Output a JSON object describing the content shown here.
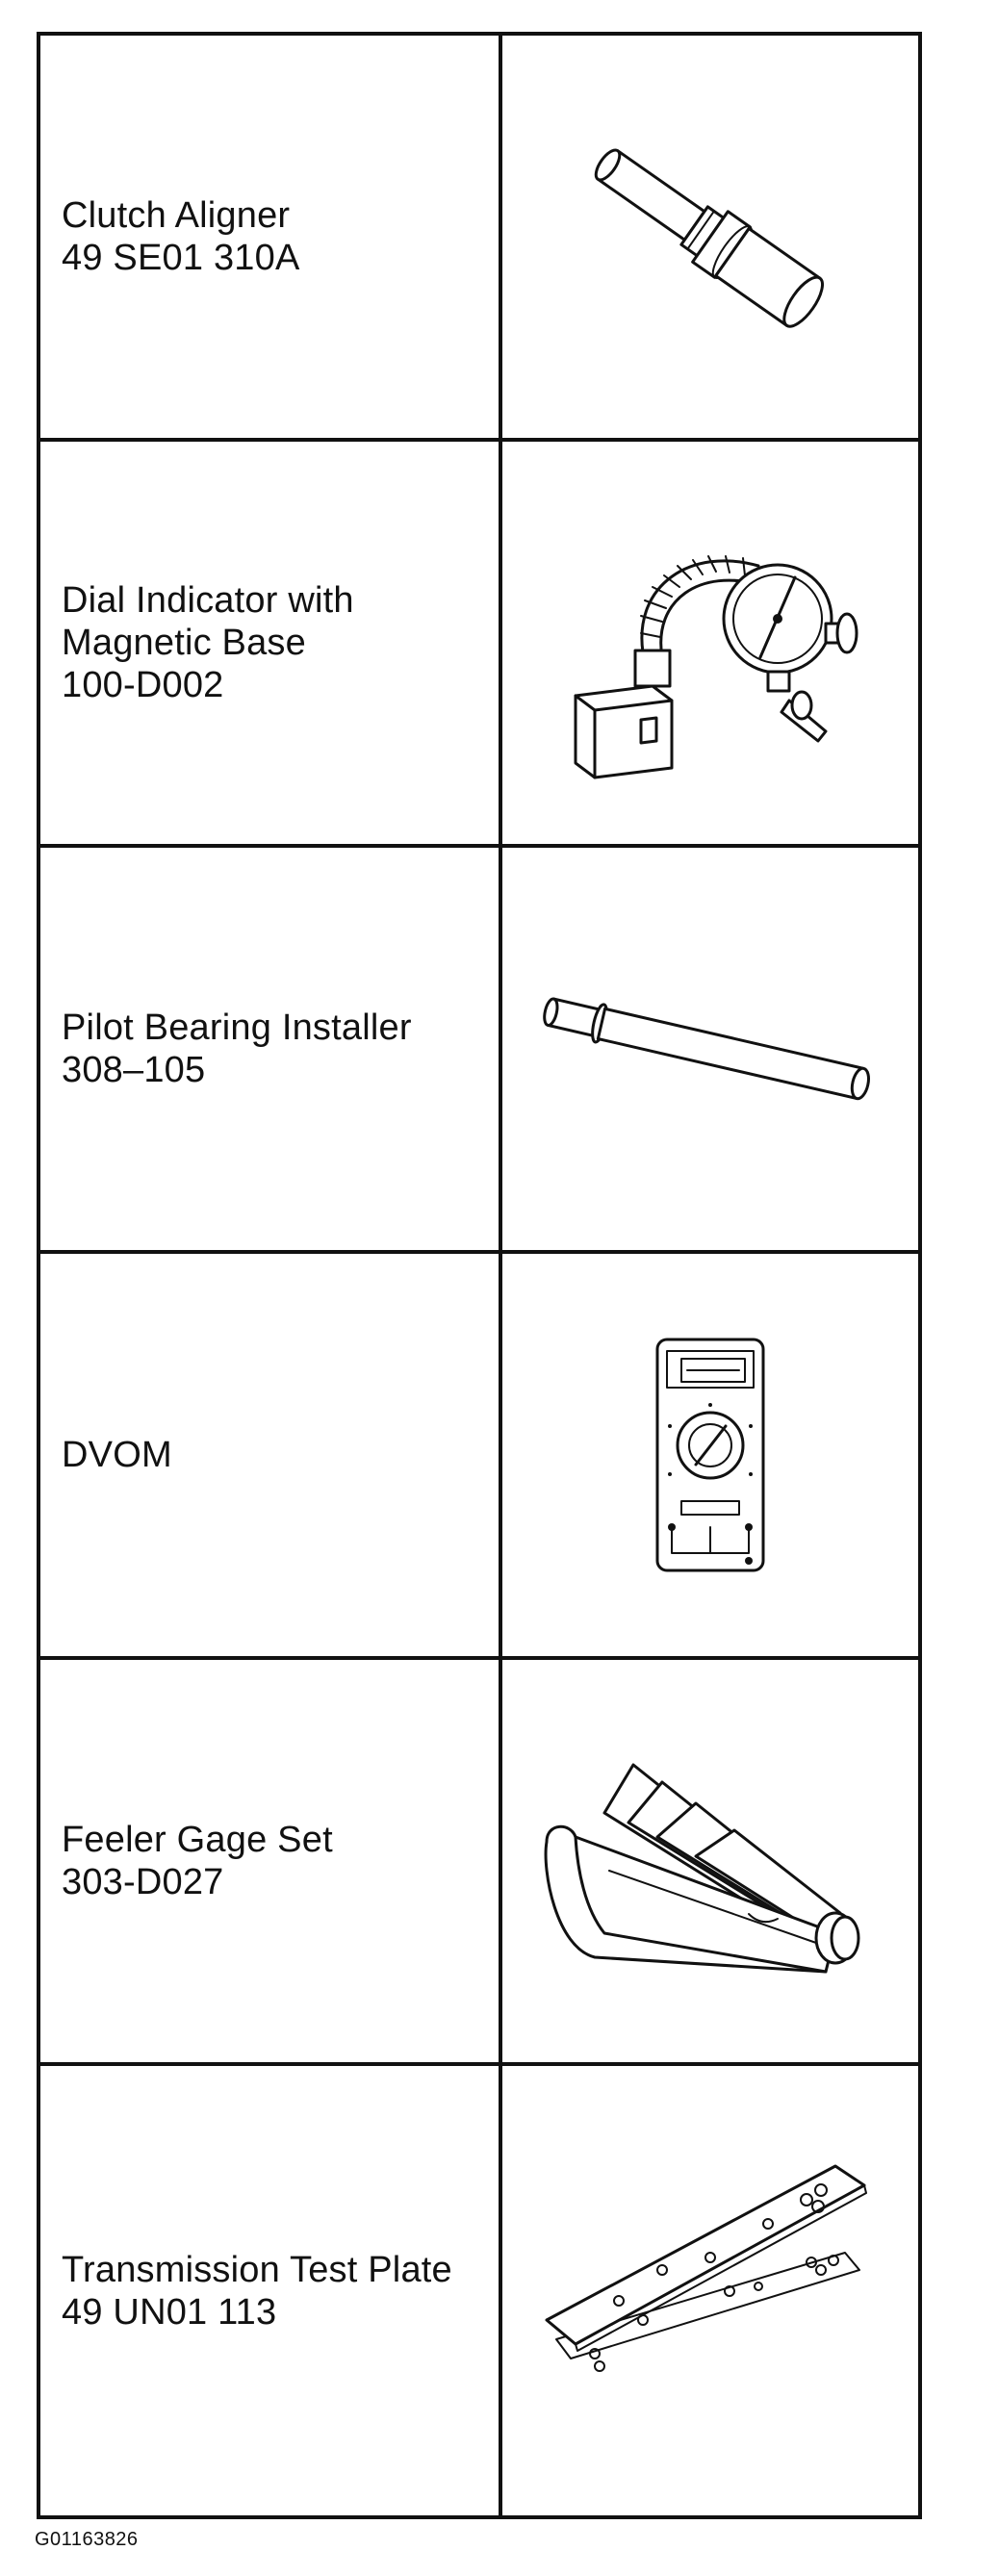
{
  "tools": [
    {
      "name": "Clutch Aligner",
      "number": "49 SE01 310A",
      "icon": "clutch-aligner-icon"
    },
    {
      "name": "Dial Indicator with",
      "name_line2": "Magnetic Base",
      "number": "100-D002",
      "icon": "dial-indicator-icon"
    },
    {
      "name": "Pilot Bearing Installer",
      "number": "308–105",
      "icon": "pilot-bearing-installer-icon"
    },
    {
      "name": "DVOM",
      "number": "",
      "icon": "dvom-icon"
    },
    {
      "name": "Feeler Gage Set",
      "number": "303-D027",
      "icon": "feeler-gage-icon"
    },
    {
      "name": "Transmission Test Plate",
      "number": "49 UN01 113",
      "icon": "test-plate-icon"
    }
  ],
  "figure_id": "G01163826"
}
